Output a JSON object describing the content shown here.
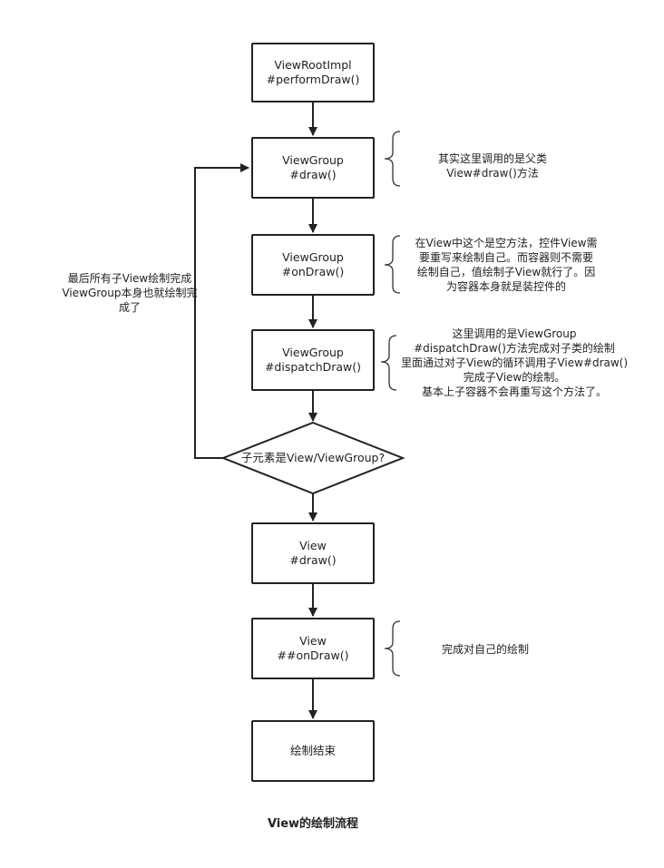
{
  "diagram": {
    "caption": "View的绘制流程",
    "nodes": {
      "perform_draw": [
        "ViewRootImpl",
        "#performDraw()"
      ],
      "viewgroup_draw": [
        "ViewGroup",
        "#draw()"
      ],
      "viewgroup_ondraw": [
        "ViewGroup",
        "#onDraw()"
      ],
      "viewgroup_dispatchdraw": [
        "ViewGroup",
        "#dispatchDraw()"
      ],
      "decision": "子元素是View/ViewGroup?",
      "view_draw": [
        "View",
        "#draw()"
      ],
      "view_ondraw": [
        "View",
        "##onDraw()"
      ],
      "end": "绘制结束"
    },
    "notes": {
      "draw_note": [
        "其实这里调用的是父类",
        "View#draw()方法"
      ],
      "ondraw_note": [
        "在View中这个是空方法，控件View需",
        "要重写来绘制自己。而容器则不需要",
        "绘制自己，值绘制子View就行了。因",
        "为容器本身就是装控件的"
      ],
      "dispatch_note": [
        "这里调用的是ViewGroup",
        "#dispatchDraw()方法完成对子类的绘制",
        "里面通过对子View的循环调用子View#draw()",
        "完成子View的绘制。",
        "基本上子容器不会再重写这个方法了。"
      ],
      "view_ondraw_note": "完成对自己的绘制",
      "loop_note": [
        "最后所有子View绘制完成",
        "ViewGroup本身也就绘制完",
        "成了"
      ]
    }
  }
}
